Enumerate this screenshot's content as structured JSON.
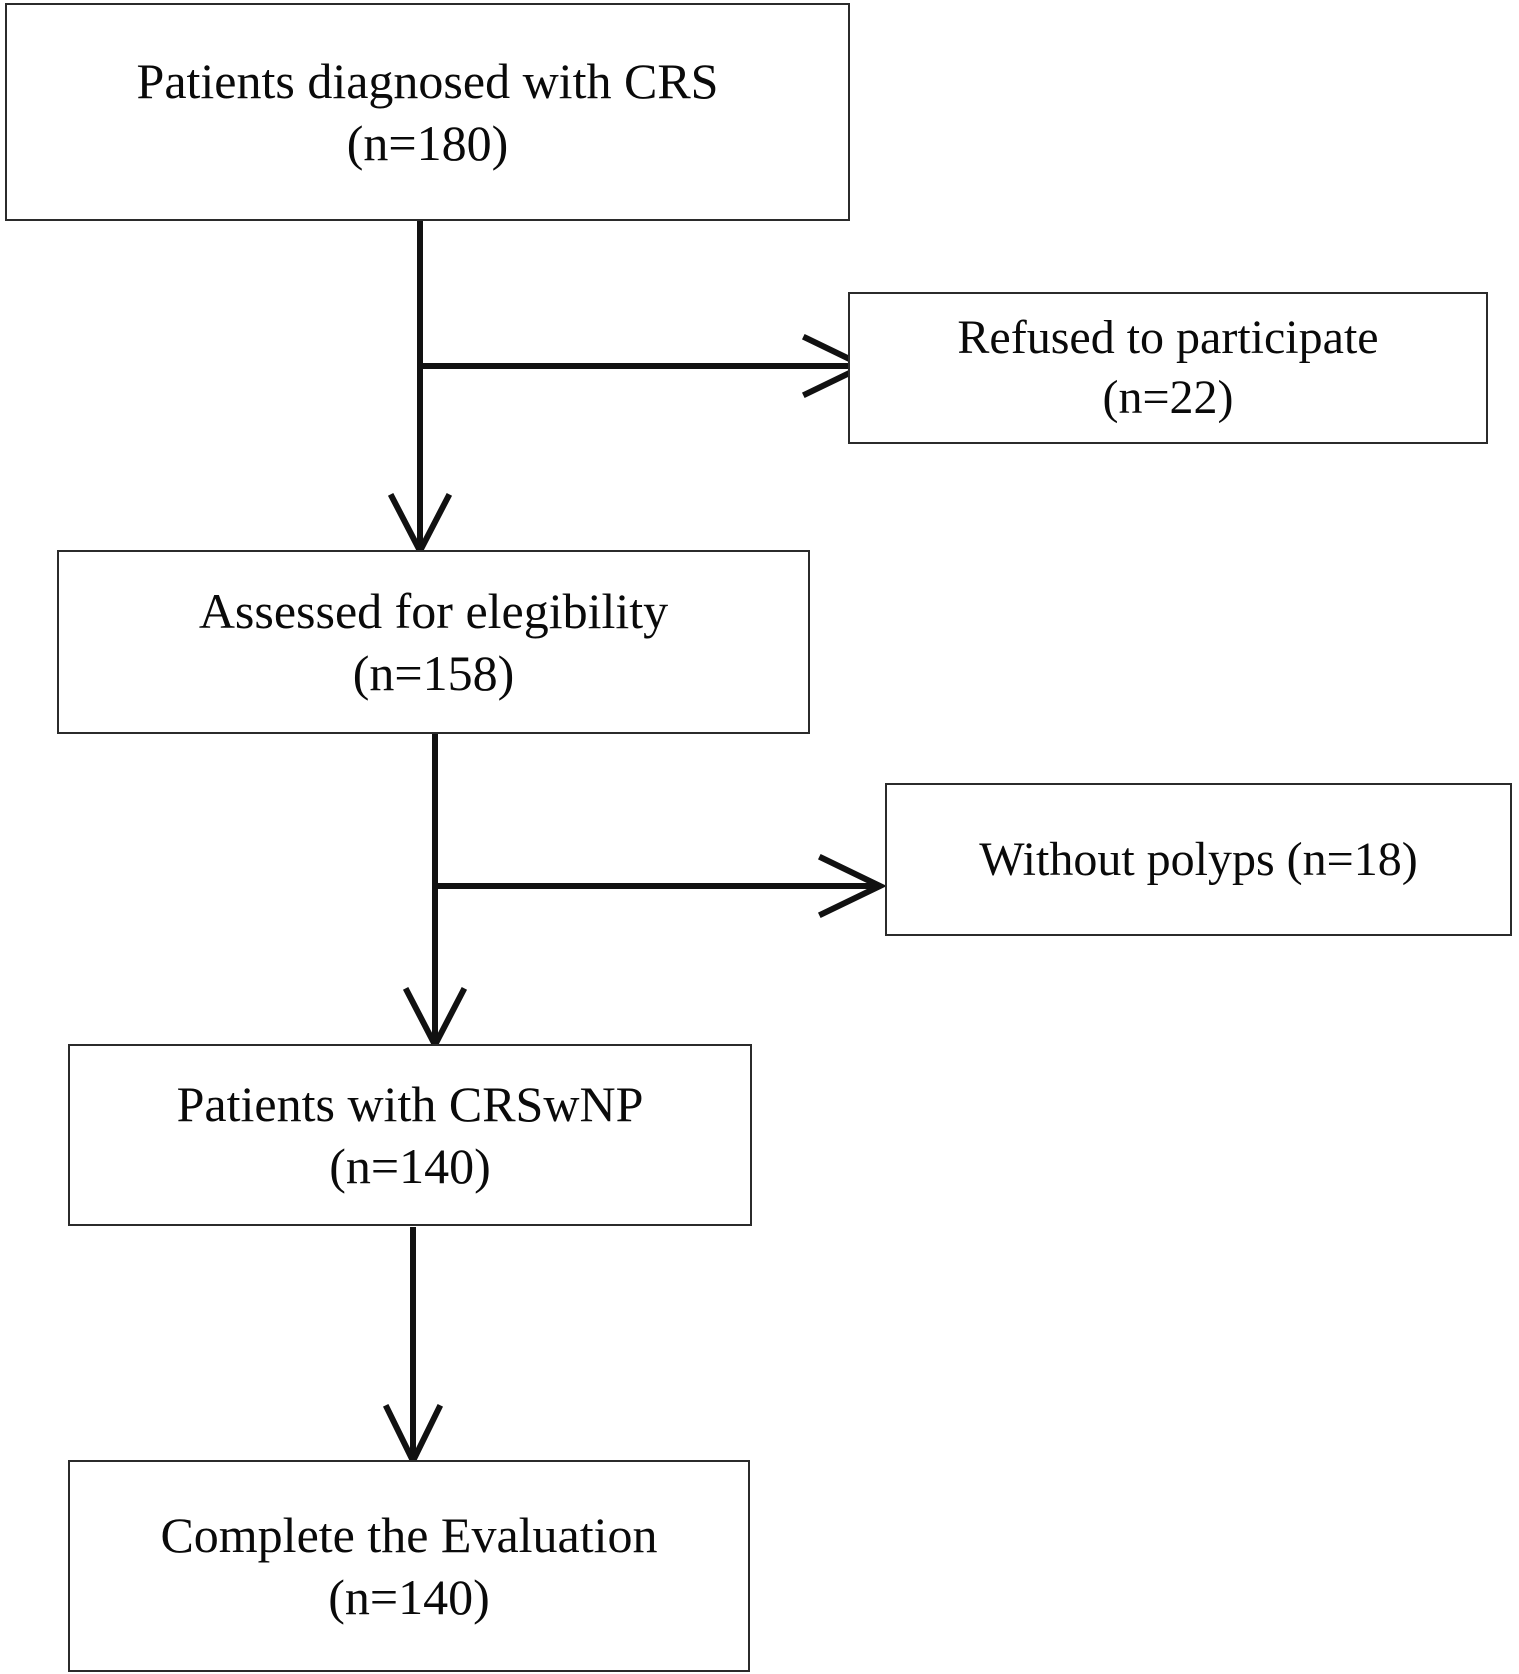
{
  "figure": {
    "type": "flowchart",
    "orientation": "top-to-bottom",
    "background_color": "#ffffff",
    "line_color": "#2b2b2b",
    "text_color": "#0a0a0a"
  },
  "nodes": {
    "crs": {
      "name": "patients-diagnosed-with-crs",
      "line1": "Patients diagnosed with CRS",
      "line2": "(n=180)",
      "count": 180
    },
    "refused": {
      "name": "refused-to-participate",
      "line1": "Refused to participate",
      "line2": "(n=22)",
      "count": 22
    },
    "assessed": {
      "name": "assessed-for-elegibility",
      "line1": "Assessed for elegibility",
      "line2": "(n=158)",
      "count": 158
    },
    "nopolyps": {
      "name": "without-polyps",
      "line1": "Without polyps (n=18)",
      "line2": "",
      "count": 18
    },
    "crswnp": {
      "name": "patients-with-crswnp",
      "line1": "Patients with CRSwNP",
      "line2": "(n=140)",
      "count": 140
    },
    "complete": {
      "name": "complete-the-evaluation",
      "line1": "Complete the Evaluation",
      "line2": "(n=140)",
      "count": 140
    }
  },
  "connectors": [
    {
      "id": "crs-to-assessed",
      "from": "crs",
      "to": "assessed",
      "direction": "down",
      "arrowhead": "open-chevron"
    },
    {
      "id": "crs-to-refused",
      "from": "crs",
      "to": "refused",
      "direction": "right",
      "arrowhead": "open-chevron"
    },
    {
      "id": "assessed-to-crswnp",
      "from": "assessed",
      "to": "crswnp",
      "direction": "down",
      "arrowhead": "open-chevron"
    },
    {
      "id": "assessed-to-nopolyps",
      "from": "assessed",
      "to": "nopolyps",
      "direction": "right",
      "arrowhead": "open-chevron"
    },
    {
      "id": "crswnp-to-complete",
      "from": "crswnp",
      "to": "complete",
      "direction": "down",
      "arrowhead": "open-chevron"
    }
  ]
}
